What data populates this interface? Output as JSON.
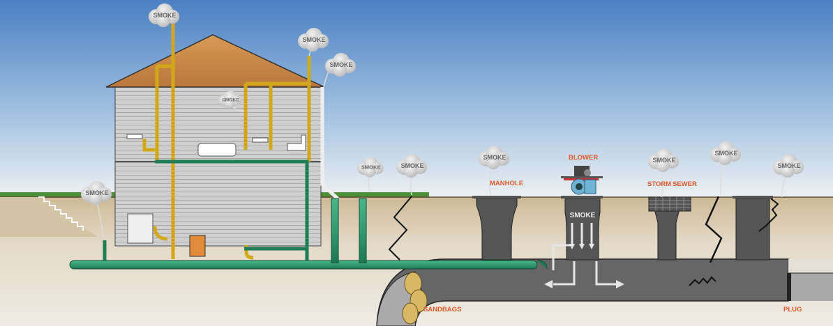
{
  "smoke_label": "SMOKE",
  "labels": {
    "manhole": "MANHOLE",
    "blower": "BLOWER",
    "storm": "STORM",
    "sewer": "SEWER",
    "shaft_smoke": "SMOKE",
    "sandbags": "SANDBAGS",
    "plug": "PLUG"
  },
  "colors": {
    "sky_top": "#4f86c6",
    "sky_bottom": "#eef1f3",
    "ground": "#dccfb6",
    "sewer": "#666666",
    "drain_pipe": "#2e9a6e",
    "vent_pipe": "#e6c12e",
    "label": "#e0592a"
  }
}
